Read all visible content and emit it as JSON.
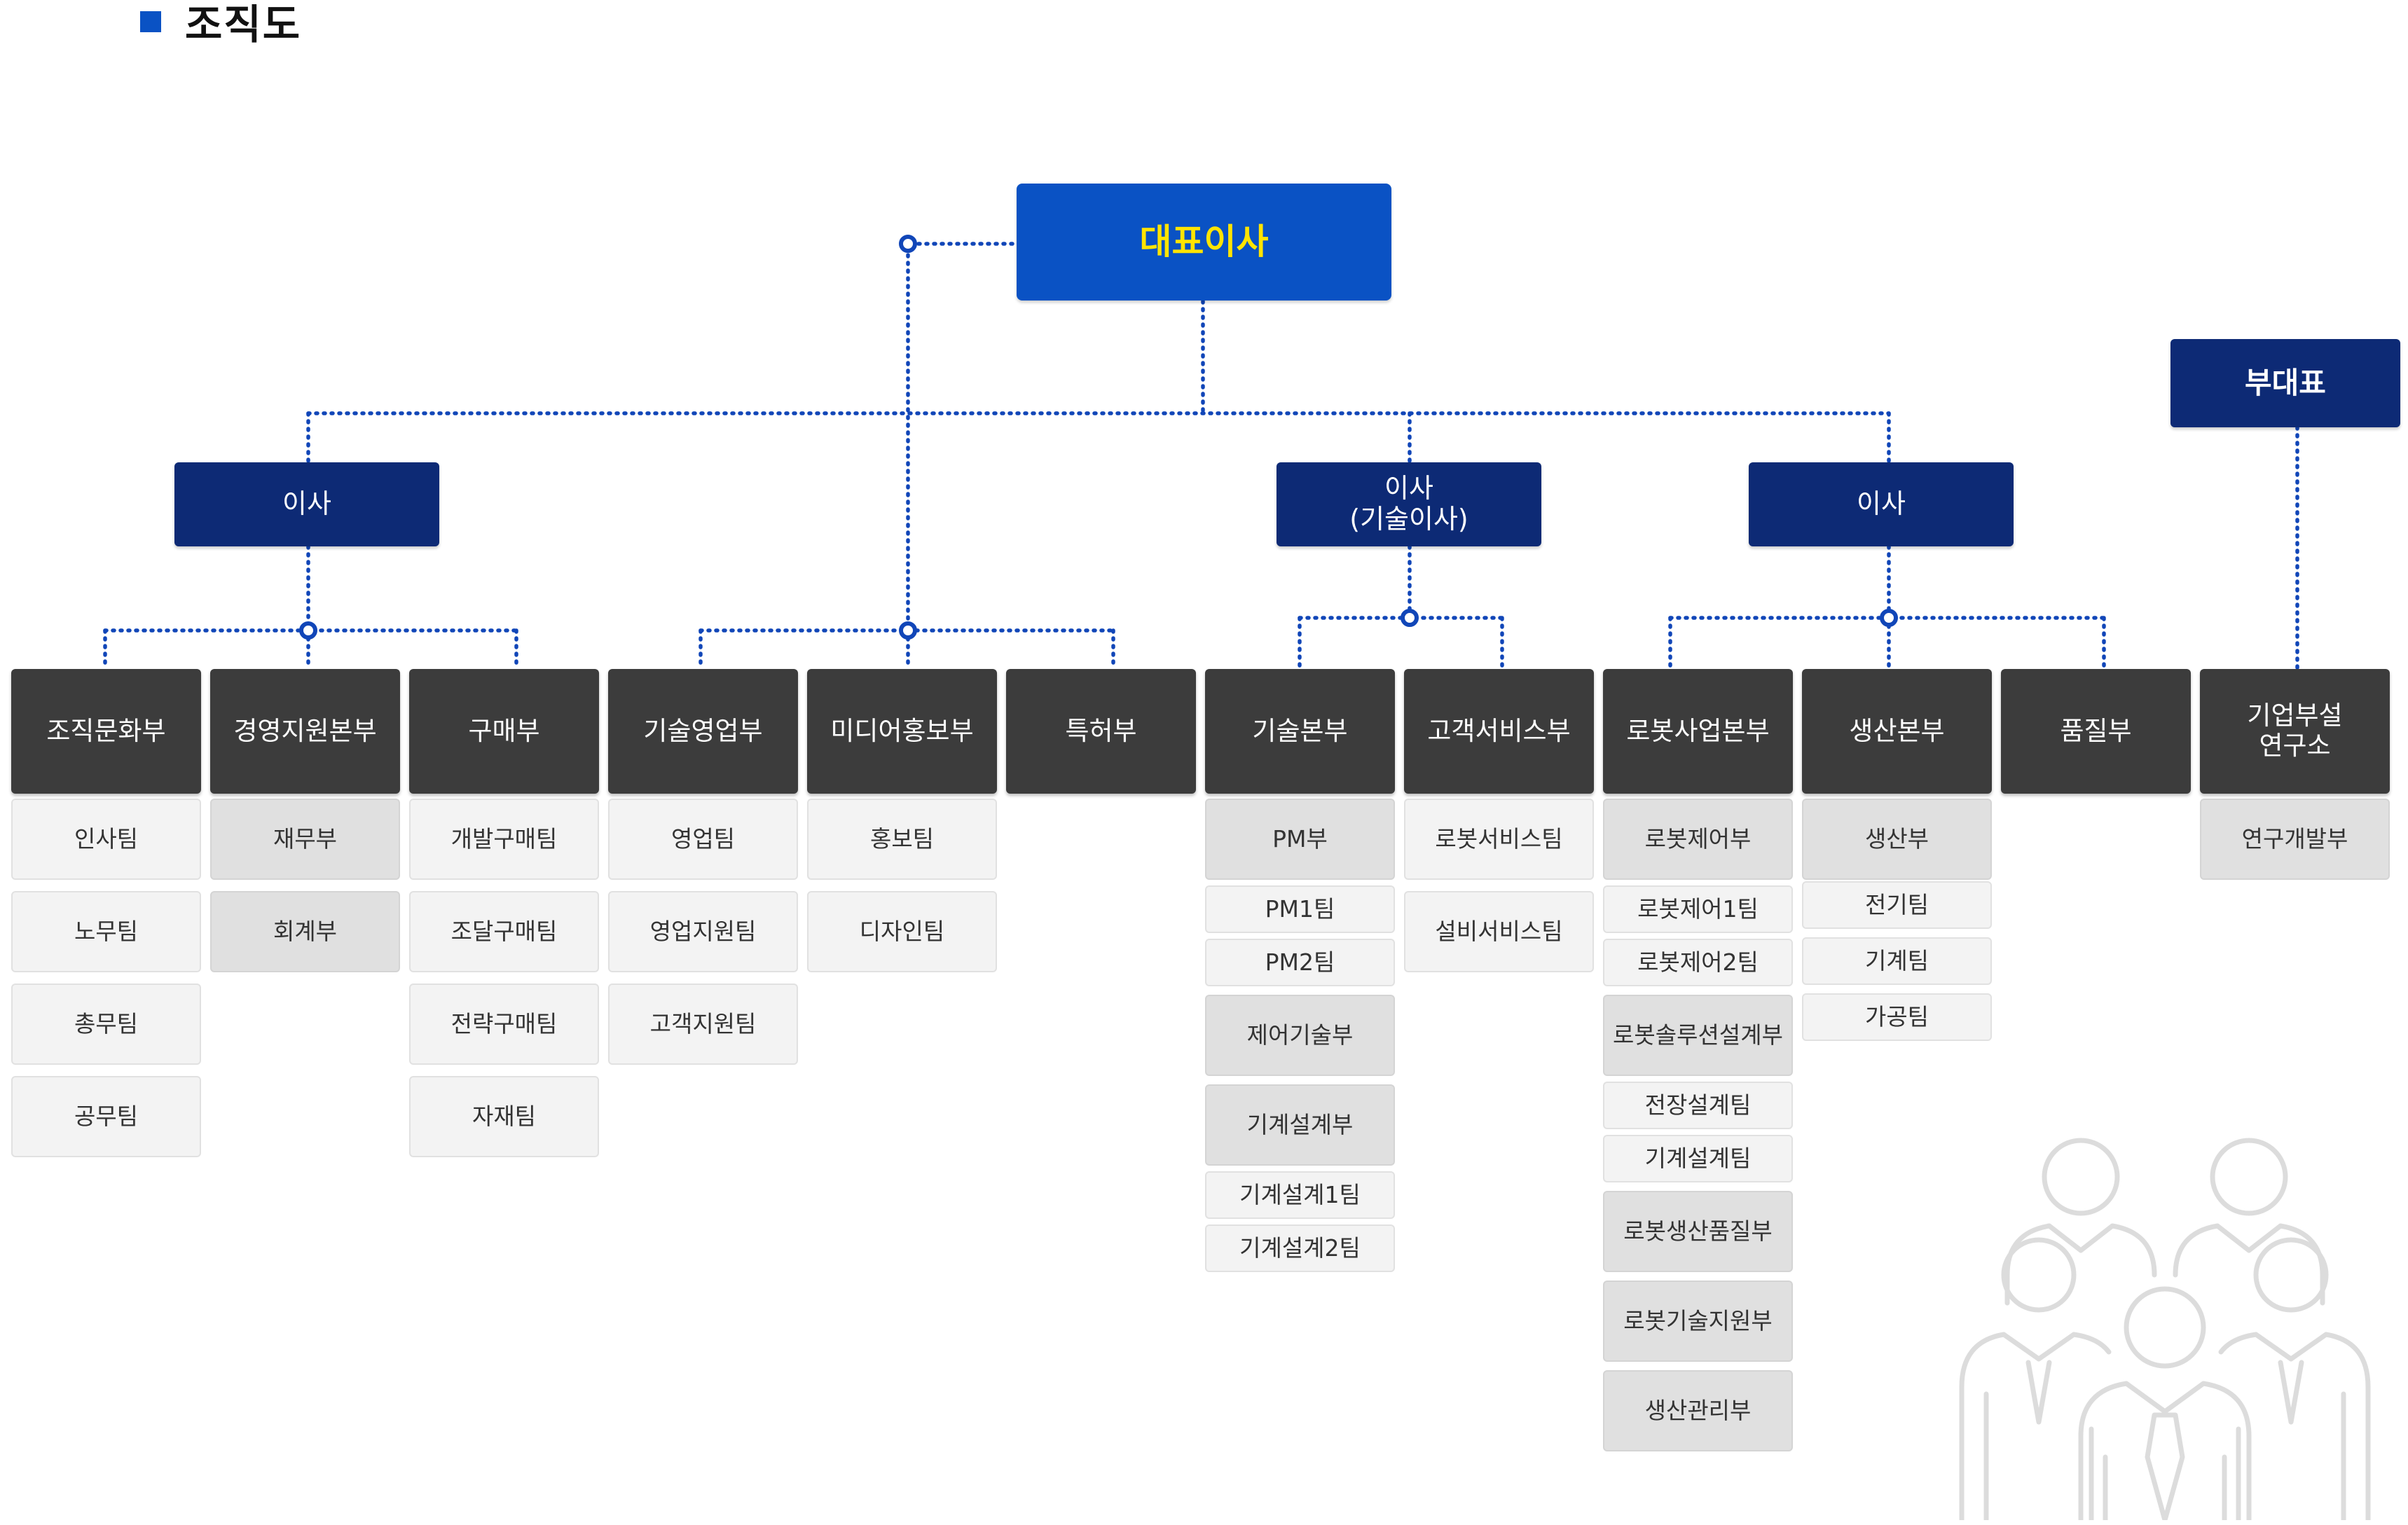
{
  "title": "조직도",
  "ceo": "대표이사",
  "vice_ceo": "부대표",
  "executives": {
    "director_left": "이사",
    "director_tech_line1": "이사",
    "director_tech_line2": "(기술이사)",
    "director_right": "이사"
  },
  "departments": [
    {
      "name": "조직문화부",
      "teams": [
        "인사팀",
        "노무팀",
        "총무팀",
        "공무팀"
      ]
    },
    {
      "name": "경영지원본부",
      "teams": [
        "재무부",
        "회계부"
      ]
    },
    {
      "name": "구매부",
      "teams": [
        "개발구매팀",
        "조달구매팀",
        "전략구매팀",
        "자재팀"
      ]
    },
    {
      "name": "기술영업부",
      "teams": [
        "영업팀",
        "영업지원팀",
        "고객지원팀"
      ]
    },
    {
      "name": "미디어홍보부",
      "teams": [
        "홍보팀",
        "디자인팀"
      ]
    },
    {
      "name": "특허부",
      "teams": []
    },
    {
      "name": "기술본부",
      "teams": [
        "PM부",
        "PM1팀",
        "PM2팀",
        "제어기술부",
        "기계설계부",
        "기계설계1팀",
        "기계설계2팀"
      ]
    },
    {
      "name": "고객서비스부",
      "teams": [
        "로봇서비스팀",
        "설비서비스팀"
      ]
    },
    {
      "name": "로봇사업본부",
      "teams": [
        "로봇제어부",
        "로봇제어1팀",
        "로봇제어2팀",
        "로봇솔루션설계부",
        "전장설계팀",
        "기계설계팀",
        "로봇생산품질부",
        "로봇기술지원부",
        "생산관리부"
      ]
    },
    {
      "name": "생산본부",
      "teams": [
        "생산부",
        "전기팀",
        "기계팀",
        "가공팀"
      ]
    },
    {
      "name": "품질부",
      "teams": []
    },
    {
      "name_line1": "기업부설",
      "name_line2": "연구소",
      "teams": [
        "연구개발부"
      ]
    }
  ],
  "colors": {
    "accent": "#0a52c4",
    "ceo_text": "#ffe400",
    "executive": "#0d2a75",
    "department": "#3c3c3c",
    "connector": "#1146b8"
  },
  "icons": [
    "people-group-icon"
  ]
}
